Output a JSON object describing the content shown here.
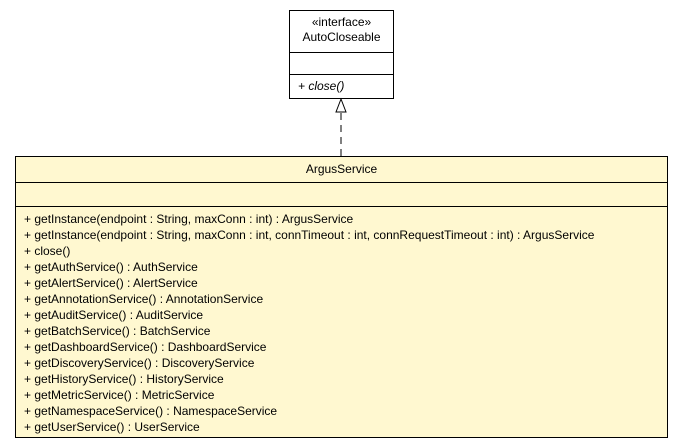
{
  "interface_class": {
    "stereotype": "«interface»",
    "name": "AutoCloseable",
    "operations": [
      "+ close()"
    ]
  },
  "main_class": {
    "name": "ArgusService",
    "operations": [
      "+ getInstance(endpoint : String, maxConn : int) : ArgusService",
      "+ getInstance(endpoint : String, maxConn : int, connTimeout : int, connRequestTimeout : int) : ArgusService",
      "+ close()",
      "+ getAuthService() : AuthService",
      "+ getAlertService() : AlertService",
      "+ getAnnotationService() : AnnotationService",
      "+ getAuditService() : AuditService",
      "+ getBatchService() : BatchService",
      "+ getDashboardService() : DashboardService",
      "+ getDiscoveryService() : DiscoveryService",
      "+ getHistoryService() : HistoryService",
      "+ getMetricService() : MetricService",
      "+ getNamespaceService() : NamespaceService",
      "+ getUserService() : UserService"
    ]
  },
  "colors": {
    "class_fill": "#fff8d0",
    "interface_fill": "#ffffff",
    "line": "#000000"
  }
}
